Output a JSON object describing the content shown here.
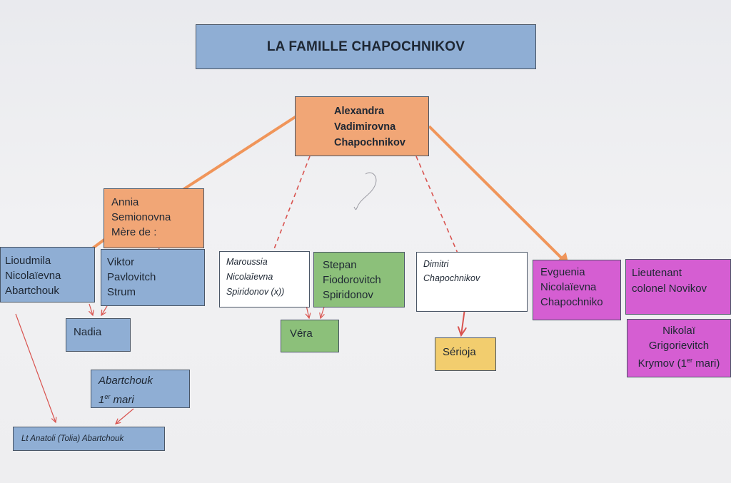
{
  "diagram": {
    "title": "LA FAMILLE CHAPOCHNIKOV",
    "colors": {
      "blue": "#8faed4",
      "orange": "#f1a676",
      "green": "#8cc07a",
      "pink": "#d55ed2",
      "yellow": "#f2cd6e",
      "white": "#ffffff",
      "solid_link": "#f0955a",
      "thin_link": "#d9534f"
    },
    "nodes": {
      "alexandra": {
        "lines": [
          "Alexandra",
          "Vadimirovna",
          "Chapochnikov"
        ]
      },
      "annia": {
        "lines": [
          "Annia",
          "Semionovna",
          "Mère de :"
        ]
      },
      "lioudmila": {
        "lines": [
          "Lioudmila",
          "Nicolaïevna",
          "Abartchouk"
        ]
      },
      "viktor": {
        "lines": [
          "Viktor",
          "Pavlovitch",
          "Strum"
        ]
      },
      "nadia": {
        "label": "Nadia"
      },
      "abartchouk": {
        "line1": "Abartchouk",
        "line2_main": "1",
        "line2_sup": "er",
        "line2_rest": " mari"
      },
      "tolia": {
        "label": "Lt Anatoli (Tolia) Abartchouk"
      },
      "maroussia": {
        "lines": [
          "Maroussia",
          "Nicolaïevna",
          "Spiridonov (x))"
        ]
      },
      "stepan": {
        "lines": [
          "Stepan",
          "Fiodorovitch",
          "Spiridonov"
        ]
      },
      "vera": {
        "label": "Véra"
      },
      "dimitri": {
        "lines": [
          "Dimitri",
          "Chapochnikov"
        ]
      },
      "serioja": {
        "label": "Sérioja"
      },
      "evguenia": {
        "lines": [
          "Evguenia",
          "Nicolaïevna",
          "Chapochniko"
        ]
      },
      "novikov": {
        "lines": [
          "Lieutenant",
          "colonel Novikov"
        ]
      },
      "krymov": {
        "line1": "Nikolaï",
        "line2": "Grigorievitch",
        "line3_main": "Krymov (1",
        "line3_sup": "er",
        "line3_rest": " mari)"
      }
    }
  }
}
